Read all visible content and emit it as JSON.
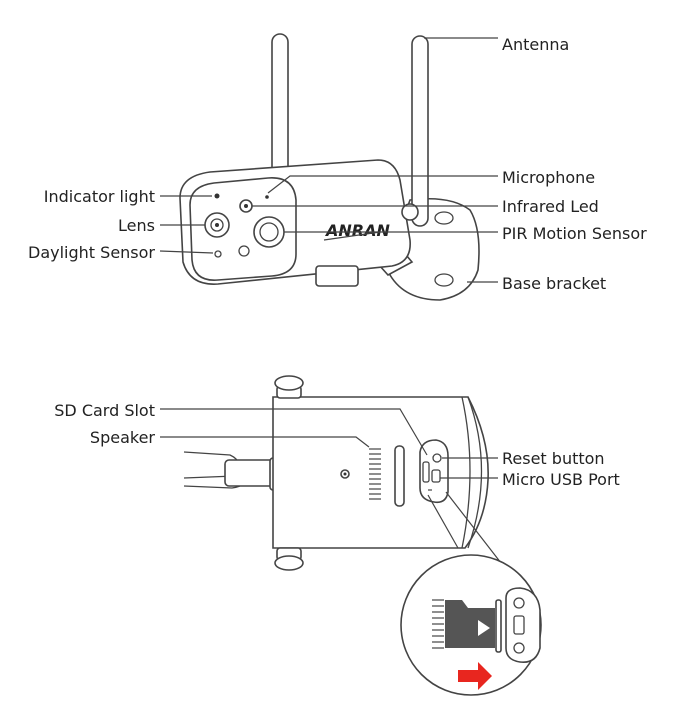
{
  "brand": "ANRAN",
  "labels": {
    "antenna": "Antenna",
    "microphone": "Microphone",
    "infrared_led": "Infrared Led",
    "pir_motion_sensor": "PIR Motion Sensor",
    "base_bracket": "Base bracket",
    "indicator_light": "Indicator light",
    "lens": "Lens",
    "daylight_sensor": "Daylight Sensor",
    "sd_card_slot": "SD Card Slot",
    "speaker": "Speaker",
    "reset_button": "Reset button",
    "micro_usb_port": "Micro USB Port"
  },
  "colors": {
    "line": "#444444",
    "card": "#555555",
    "arrow": "#e8261f"
  }
}
